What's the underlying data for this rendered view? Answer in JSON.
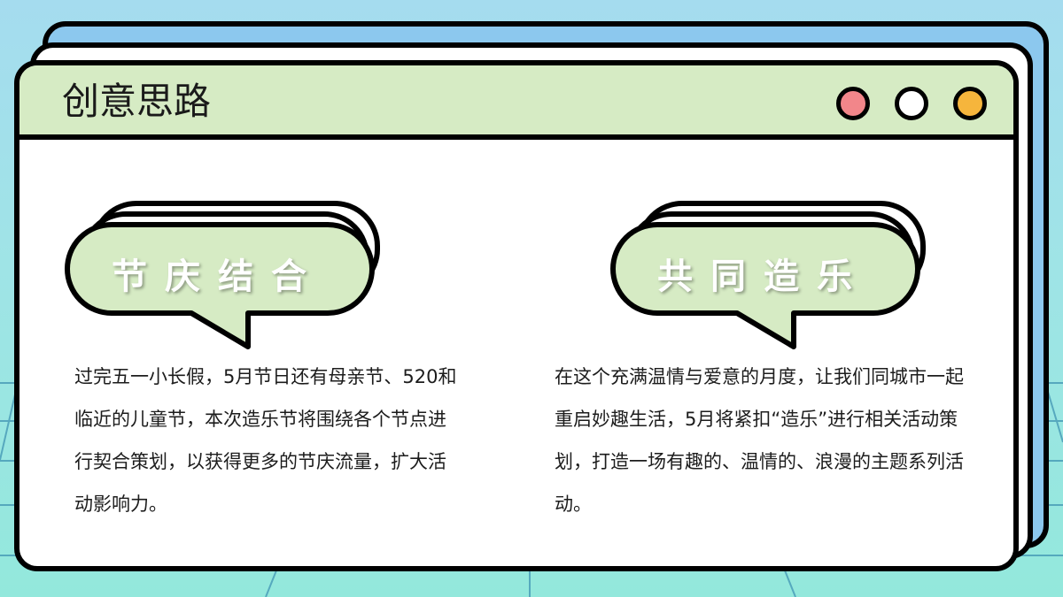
{
  "window": {
    "title": "创意思路",
    "controls": {
      "red": "#f2868a",
      "white": "#ffffff",
      "orange": "#f6b53c"
    }
  },
  "cards": [
    {
      "heading": "节庆结合",
      "text": "过完五一小长假，5月节日还有母亲节、520和临近的儿童节，本次造乐节将围绕各个节点进行契合策划，以获得更多的节庆流量，扩大活动影响力。"
    },
    {
      "heading": "共同造乐",
      "text": "在这个充满温情与爱意的月度，让我们同城市一起重启妙趣生活，5月将紧扣“造乐”进行相关活动策划，打造一场有趣的、温情的、浪漫的主题系列活动。"
    }
  ],
  "colors": {
    "accent_green": "#d6ebc4",
    "back_window_blue": "#8cc8ee",
    "outline": "#000000"
  }
}
